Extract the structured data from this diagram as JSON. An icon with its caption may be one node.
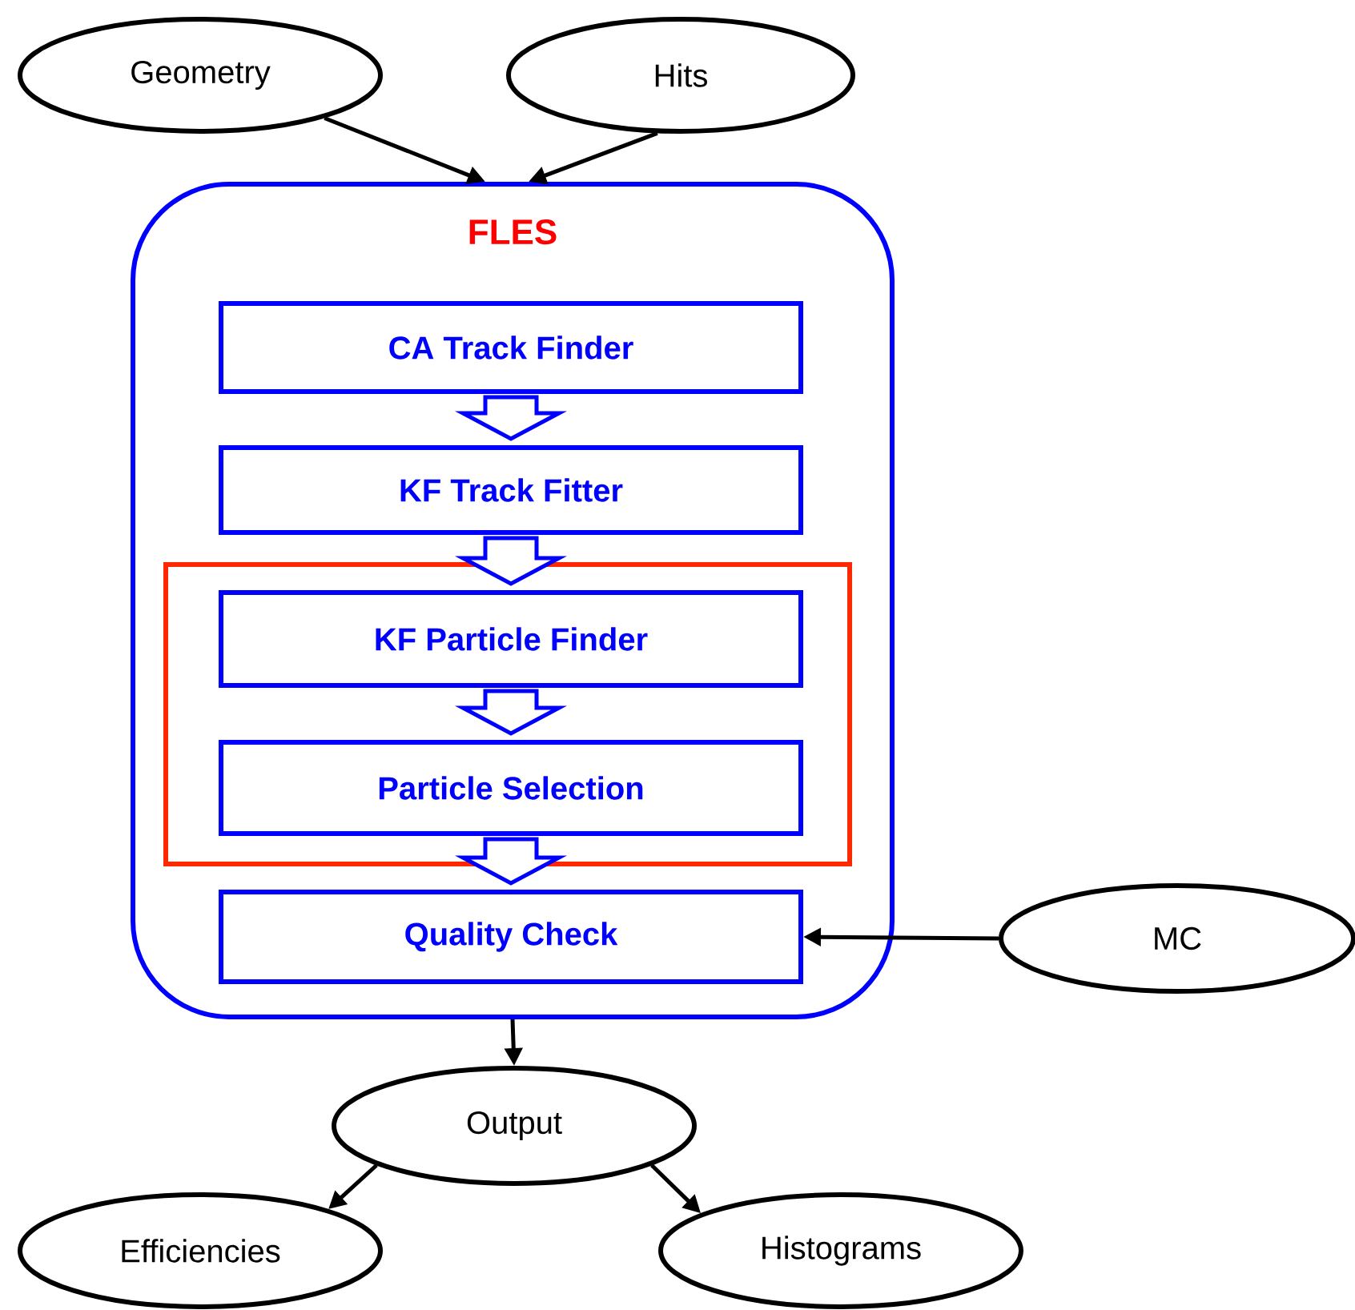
{
  "diagram": {
    "nodes": [
      {
        "text": [
          "Geometry"
        ]
      },
      {
        "text": [
          "Hits"
        ]
      },
      {
        "text": [
          "FLES"
        ]
      },
      {
        "text": [
          "CA Track Finder"
        ],
        "in": 2
      },
      {
        "text": [
          "KF Track Fitter"
        ],
        "in": 2
      },
      {
        "text": [],
        "shape": "box",
        "in": 2
      },
      {
        "text": [
          "KF Particle Finder"
        ],
        "in": 5
      },
      {
        "text": [
          "Particle Selection"
        ],
        "in": 5
      },
      {
        "text": [
          "Quality Check"
        ],
        "in": 2
      },
      {
        "text": [
          "MC"
        ]
      },
      {
        "text": [
          "Output"
        ]
      },
      {
        "text": [
          "Efficiencies"
        ]
      },
      {
        "text": [
          "Histograms"
        ]
      }
    ],
    "edges": [
      {
        "from": 0,
        "to": 2,
        "arrow": "to"
      },
      {
        "from": 1,
        "to": 2,
        "arrow": "to"
      },
      {
        "from": 3,
        "to": 4,
        "arrow": "to",
        "style": "thick",
        "color": "#0000ff"
      },
      {
        "from": 4,
        "to": 6,
        "arrow": "to",
        "style": "thick",
        "color": "#0000ff"
      },
      {
        "from": 6,
        "to": 7,
        "arrow": "to",
        "style": "thick",
        "color": "#0000ff"
      },
      {
        "from": 7,
        "to": 8,
        "arrow": "to",
        "style": "thick",
        "color": "#0000ff"
      },
      {
        "from": 9,
        "to": 8,
        "arrow": "to"
      },
      {
        "from": 2,
        "to": 10,
        "arrow": "to"
      },
      {
        "from": 10,
        "to": 11,
        "arrow": "to"
      },
      {
        "from": 10,
        "to": 12,
        "arrow": "to"
      }
    ]
  }
}
